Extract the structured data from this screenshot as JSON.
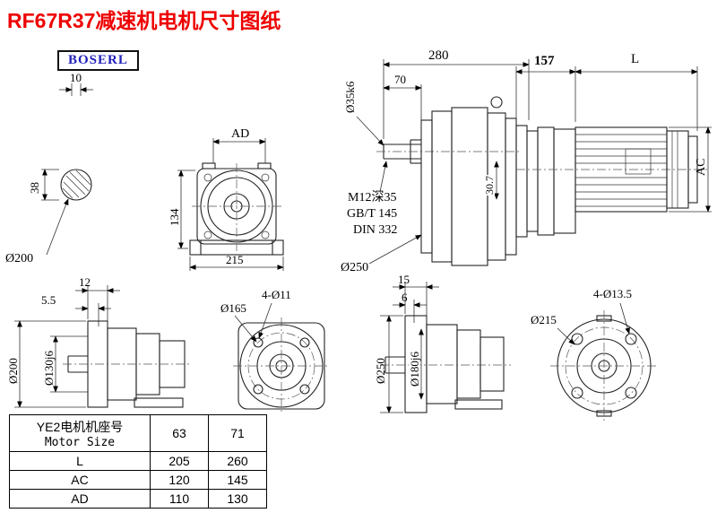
{
  "page": {
    "title": "RF67R37减速机电机尺寸图纸",
    "brand": "BOSERL"
  },
  "dims": {
    "shaft_section": {
      "key_width": "10",
      "height": "38",
      "dia": "Ø200"
    },
    "front": {
      "width_top": "AD",
      "height": "134",
      "width": "215"
    },
    "main": {
      "overall": "280",
      "shaft_len": "70",
      "shaft_dia": "Ø35k6",
      "tap_note1": "M12深35",
      "tap_note2": "GB/T 145",
      "tap_note3": "DIN 332",
      "inner": "30.7",
      "flange_dia": "Ø250"
    },
    "motor": {
      "adapter_len": "157",
      "length": "L",
      "dia": "AC"
    },
    "flange_a_side": {
      "t1": "12",
      "t2": "5.5",
      "od": "Ø200",
      "spigot": "Ø130j6"
    },
    "flange_a_front": {
      "bolts": "4-Ø11",
      "bolt_circle": "Ø165"
    },
    "flange_b_side": {
      "t1": "15",
      "t2": "6",
      "od": "Ø250",
      "spigot": "Ø180j6"
    },
    "flange_b_front": {
      "dia": "Ø215",
      "bolts": "4-Ø13.5"
    }
  },
  "table": {
    "header_cn": "YE2电机机座号",
    "header_en": "Motor Size",
    "sizes": [
      "63",
      "71"
    ],
    "rows": [
      {
        "label": "L",
        "values": [
          "205",
          "260"
        ]
      },
      {
        "label": "AC",
        "values": [
          "120",
          "145"
        ]
      },
      {
        "label": "AD",
        "values": [
          "110",
          "130"
        ]
      }
    ]
  }
}
